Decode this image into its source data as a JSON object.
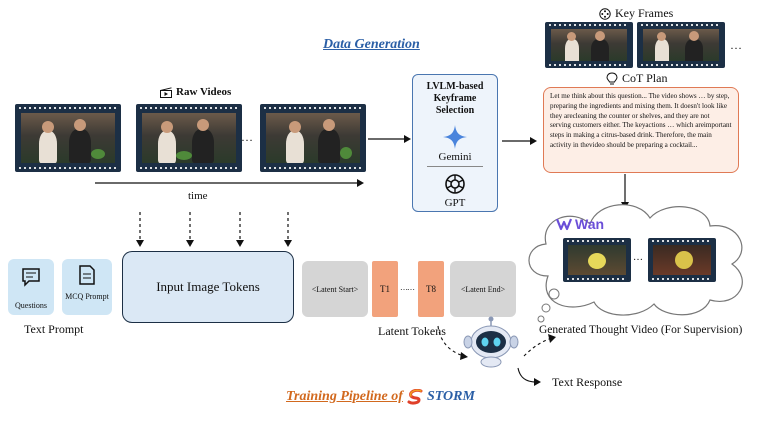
{
  "data_generation": {
    "title": "Data Generation",
    "raw_videos_label": "Raw Videos",
    "ellipsis": "…",
    "time_label": "time",
    "selector": {
      "title": "LVLM-based Keyframe Selection",
      "models": [
        "Gemini",
        "GPT"
      ]
    },
    "key_frames_label": "Key Frames",
    "cot_plan_label": "CoT Plan",
    "cot_text": "Let me think about this question... The video shows … by step, preparing the ingredients and mixing them. It doesn't look like they arecleaning the counter or shelves, and they are not serving customers either. The keyactions … which areimportant steps in making a citrus-based drink. Therefore, the main activity in thevideo should be preparing a cocktail..."
  },
  "training": {
    "title": "Training Pipeline of",
    "brand": "STORM",
    "text_prompt_label": "Text Prompt",
    "questions_label": "Questions",
    "mcq_label": "MCQ Prompt",
    "input_tokens_label": "Input Image Tokens",
    "latent_start": "<Latent Start>",
    "latent_end": "<Latent End>",
    "t1": "T1",
    "t8": "T8",
    "dots": "……",
    "latent_tokens_label": "Latent Tokens",
    "generator_name": "Wan",
    "generated_label": "Generated Thought Video (For Supervision)",
    "text_response_label": "Text Response"
  },
  "colors": {
    "accent_blue": "#2b5fa6",
    "accent_orange": "#d2691e",
    "token_blue": "#dbe8f5",
    "latent_gray": "#d5d5d5",
    "latent_orange": "#f2a27c",
    "cot_bg": "#fdeee6"
  }
}
